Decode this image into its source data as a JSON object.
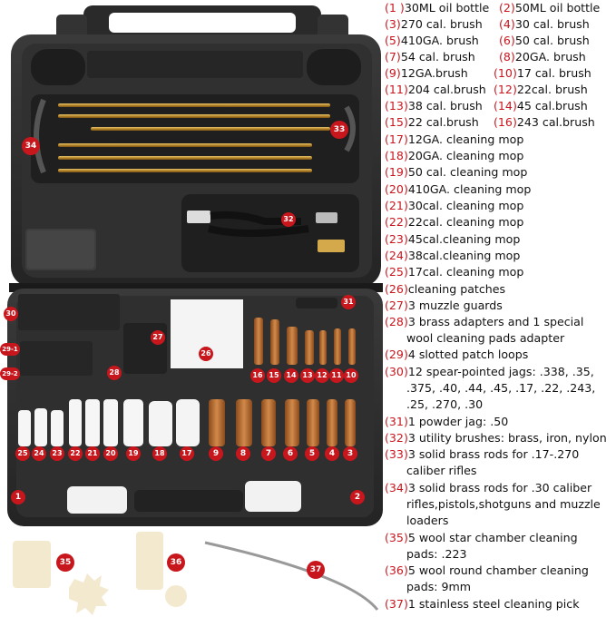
{
  "badges": {
    "b1": "1",
    "b2": "2",
    "b3": "3",
    "b4": "4",
    "b5": "5",
    "b6": "6",
    "b7": "7",
    "b8": "8",
    "b9": "9",
    "b11": "11",
    "b12": "12",
    "b13": "13",
    "b14": "14",
    "b15": "15",
    "b16": "16",
    "b17": "17",
    "b18": "18",
    "b19": "19",
    "b20": "20",
    "b21": "21",
    "b22": "22",
    "b23": "23",
    "b24": "24",
    "b25": "25",
    "b26": "26",
    "b27": "27",
    "b28": "28",
    "b29_1": "29-1",
    "b29_2": "29-2",
    "b30": "30",
    "b31": "31",
    "b32": "32",
    "b33": "33",
    "b34": "34",
    "b35": "35",
    "b36": "36",
    "b37": "37",
    "b10": "10"
  },
  "colors": {
    "badge": "#c8161d",
    "case": "#2b2b2b",
    "caseDark": "#1c1c1c",
    "brass": "#b8862c",
    "num": "#c8161d"
  },
  "legend": {
    "pairs": [
      {
        "n1": "(1 )",
        "t1": "30ML oil bottle",
        "n2": "(2)",
        "t2": "50ML oil bottle"
      },
      {
        "n1": "(3)",
        "t1": "270 cal. brush",
        "n2": "(4)",
        "t2": "30 cal. brush"
      },
      {
        "n1": "(5)",
        "t1": "410GA. brush",
        "n2": "(6)",
        "t2": "50 cal. brush"
      },
      {
        "n1": "(7)",
        "t1": "54 cal. brush",
        "n2": "(8)",
        "t2": "20GA. brush"
      },
      {
        "n1": "(9)",
        "t1": "12GA.brush",
        "n2": "(10)",
        "t2": "17 cal. brush"
      },
      {
        "n1": "(11)",
        "t1": "204 cal.brush",
        "n2": "(12)",
        "t2": "22cal. brush"
      },
      {
        "n1": "(13)",
        "t1": "38 cal. brush",
        "n2": "(14)",
        "t2": "45 cal.brush"
      },
      {
        "n1": "(15)",
        "t1": "22 cal.brush",
        "n2": "(16)",
        "t2": "243 cal.brush"
      }
    ],
    "items": [
      {
        "n": "(17)",
        "t": "12GA. cleaning mop"
      },
      {
        "n": "(18)",
        "t": "20GA. cleaning mop"
      },
      {
        "n": "(19)",
        "t": "50 cal. cleaning mop"
      },
      {
        "n": "(20)",
        "t": "410GA. cleaning mop"
      },
      {
        "n": "(21)",
        "t": "30cal. cleaning mop"
      },
      {
        "n": "(22)",
        "t": "22cal. cleaning mop"
      },
      {
        "n": "(23)",
        "t": "45cal.cleaning mop"
      },
      {
        "n": "(24)",
        "t": "38cal.cleaning mop"
      },
      {
        "n": "(25)",
        "t": "17cal. cleaning mop"
      },
      {
        "n": "(26)",
        "t": "cleaning patches"
      },
      {
        "n": "(27)",
        "t": "3 muzzle guards"
      },
      {
        "n": "(28)",
        "t": "3 brass adapters and 1 special",
        "c": [
          "wool cleaning pads adapter"
        ]
      },
      {
        "n": "(29)",
        "t": "4 slotted patch loops"
      },
      {
        "n": "(30)",
        "t": "12 spear-pointed jags: .338, .35,",
        "c": [
          ".375, .40, .44, .45, .17, .22, .243,",
          ".25, .270, .30"
        ]
      },
      {
        "n": "(31)",
        "t": "1 powder jag: .50"
      },
      {
        "n": "(32)",
        "t": "3 utility brushes: brass, iron, nylon"
      },
      {
        "n": "(33)",
        "t": "3 solid brass rods for .17-.270",
        "c": [
          "caliber rifles"
        ]
      },
      {
        "n": "(34)",
        "t": "3 solid brass rods for .30 caliber",
        "c": [
          "rifles,pistols,shotguns and muzzle",
          "loaders"
        ]
      },
      {
        "n": "(35)",
        "t": "5 wool star chamber cleaning",
        "c": [
          "pads: .223"
        ]
      },
      {
        "n": "(36)",
        "t": "5 wool round chamber cleaning",
        "c": [
          "pads: 9mm"
        ]
      },
      {
        "n": "(37)",
        "t": "1 stainless steel cleaning pick"
      }
    ]
  }
}
